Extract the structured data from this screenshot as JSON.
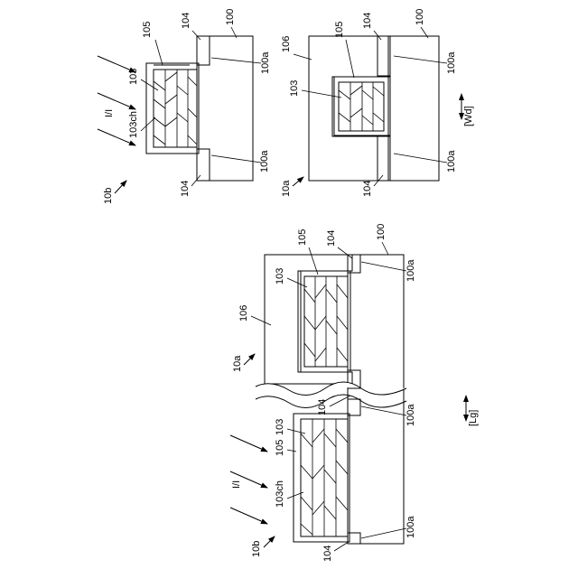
{
  "labels": {
    "l100": "100",
    "l100a": "100a",
    "l103": "103",
    "l103ch": "103ch",
    "l104": "104",
    "l105": "105",
    "l106": "106",
    "l10a": "10a",
    "l10b": "10b",
    "lII": "I/I",
    "lWd": "[Wd]",
    "lLg": "[Lg]"
  },
  "colors": {
    "line": "#000000",
    "background": "#ffffff",
    "stipple": "#000000"
  }
}
